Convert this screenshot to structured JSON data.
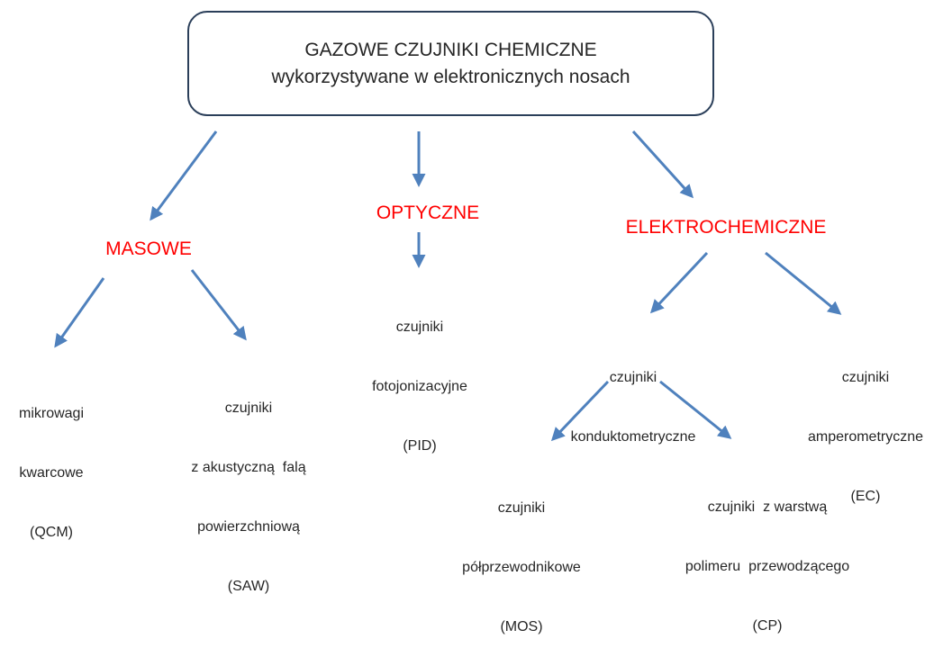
{
  "root": {
    "title": "GAZOWE CZUJNIKI CHEMICZNE",
    "subtitle": "wykorzystywane w elektronicznych nosach"
  },
  "categories": {
    "masowe": "MASOWE",
    "optyczne": "OPTYCZNE",
    "elektrochemiczne": "ELEKTROCHEMICZNE"
  },
  "leaves": {
    "qcm": [
      "mikrowagi",
      "kwarcowe",
      "(QCM)"
    ],
    "saw": [
      "czujniki",
      "z akustyczną  falą",
      "powierzchniową",
      "(SAW)"
    ],
    "pid": [
      "czujniki",
      "fotojonizacyjne",
      "(PID)"
    ],
    "kond": [
      "czujniki",
      "konduktometryczne"
    ],
    "ec": [
      "czujniki",
      "amperometryczne",
      "(EC)"
    ],
    "mos": [
      "czujniki",
      "półprzewodnikowe",
      "(MOS)"
    ],
    "cp": [
      "czujniki  z warstwą",
      "polimeru  przewodzącego",
      "(CP)"
    ]
  },
  "colors": {
    "arrow": "#4f81bd",
    "category_text": "#ff0000",
    "box_border": "#2b3f5a",
    "text": "#262626"
  }
}
